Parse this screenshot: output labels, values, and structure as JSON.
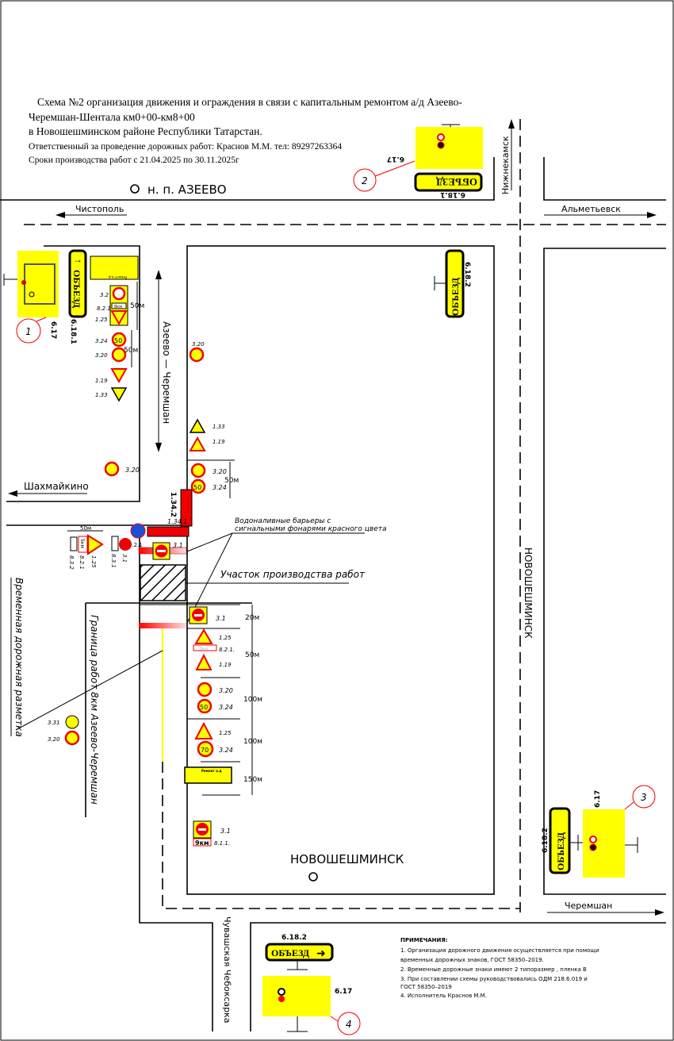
{
  "header": {
    "title_line1": "Схема №2 организация движения и ограждения в связи с капитальным ремонтом а/д Азеево-",
    "title_line2": "Черемшан-Шентала км0+00-км8+00",
    "title_line3": " в Новошешминском районе Республики Татарстан.",
    "responsible": "Ответственный за проведение дорожных работ: Краснов М.М. тел: 89297263364",
    "dates": "Сроки производства работ с 21.04.2025 по 30.11.2025г"
  },
  "places": {
    "azeevo": "н. п.  АЗЕЕВО",
    "novosheshminsk": "НОВОШЕШМИНСК",
    "chistopol": "Чистополь",
    "almetyevsk": "Альметьевск",
    "nizhnekamsk": "Нижнекамск",
    "shakhmaikino": "Шахмайкино",
    "cheremshan": "Черемшан",
    "chuvash": "Чувашская Чебоксарка",
    "azeevo_cheremshan": "Азеево — Черемшан",
    "novosheshminsk_road": "НОВОШЕШМИНСК"
  },
  "annotations": {
    "barriers_line1": "Водоналивные барьеры с",
    "barriers_line2": "сигнальными фонарями красного цвета",
    "work_zone": "Участок производства работ",
    "work_border": "Граница работ 8км Азеево-Черемшан",
    "temp_marking": "Временная дорожная разметка"
  },
  "detour": {
    "label": "ОБЪЕЗД"
  },
  "callouts": [
    "1",
    "2",
    "3",
    "4"
  ],
  "sign_codes": {
    "s617": "6.17",
    "s6181": "6.18.1",
    "s6182": "6.18.2",
    "s32": "3.2",
    "s821": "8.2.1",
    "s125": "1.25",
    "s324": "3.24",
    "s320": "3.20",
    "s119": "1.19",
    "s133": "1.33",
    "s1342": "1.34.2",
    "s1341": "1.34.1",
    "s421": "4.2.1",
    "s31": "3.1",
    "s831": "8.3.1",
    "s832": "8.3.2",
    "s8211": "8.2.1.",
    "s811": "8.1.1.",
    "s331": "3.31"
  },
  "sign_text": {
    "v50": "50",
    "v70": "70",
    "km8": "8км",
    "km5": "5км",
    "km9": "9км",
    "repair": "Ремонт а.д"
  },
  "distances": {
    "d50": "50м",
    "d20": "20м",
    "d100": "100м",
    "d150": "150м"
  },
  "notes": {
    "title": "ПРИМЕЧАНИЯ:",
    "items": [
      "1.  Организация дорожного движения осуществляется при помощи",
      "временных дорожных знаков,  ГОСТ 58350–2019.",
      "2.  Временные дорожные знаки имеют 2 типоразмер ,  пленка В",
      "3.  При составлении схемы руководствовались ОДМ 218.6.019  и",
      "ГОСТ 58350–2019",
      "4.  Исполнитель Краснов М.М."
    ]
  },
  "colors": {
    "sign_yellow": "#ffff00",
    "sign_red": "#ff0000",
    "callout": "#e00000",
    "marking": "#ffff00",
    "blue": "#1a4fd8"
  }
}
